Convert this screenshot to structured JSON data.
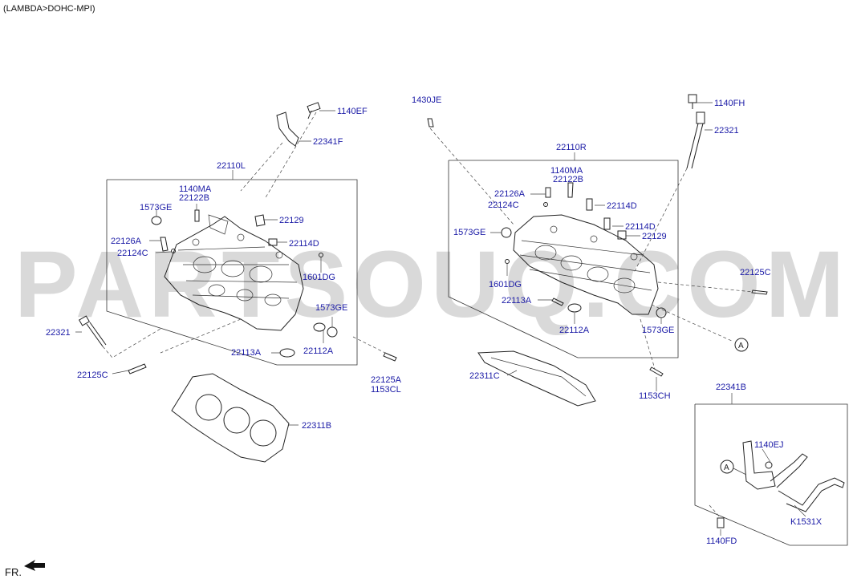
{
  "header": "(LAMBDA>DOHC-MPI)",
  "watermark": "PARTSOUQ.COM",
  "direction_label": "FR.",
  "callouts": {
    "left": {
      "l_1140EF": "1140EF",
      "l_22341F": "22341F",
      "l_22110L": "22110L",
      "l_1140MA": "1140MA",
      "l_22122B": "22122B",
      "l_1573GE_a": "1573GE",
      "l_22129": "22129",
      "l_22114D": "22114D",
      "l_22126A": "22126A",
      "l_22124C": "22124C",
      "l_1601DG": "1601DG",
      "l_1573GE_b": "1573GE",
      "l_22321": "22321",
      "l_22113A": "22113A",
      "l_22112A": "22112A",
      "l_22125C": "22125C",
      "l_22125A": "22125A",
      "l_1153CL": "1153CL",
      "l_22311B": "22311B"
    },
    "right": {
      "r_1430JE": "1430JE",
      "r_1140FH": "1140FH",
      "r_22321": "22321",
      "r_22110R": "22110R",
      "r_1140MA": "1140MA",
      "r_22122B": "22122B",
      "r_22126A": "22126A",
      "r_22124C": "22124C",
      "r_22114D_a": "22114D",
      "r_22114D_b": "22114D",
      "r_1573GE_a": "1573GE",
      "r_22129": "22129",
      "r_22125C": "22125C",
      "r_1601DG": "1601DG",
      "r_22113A": "22113A",
      "r_22112A": "22112A",
      "r_1573GE_b": "1573GE",
      "r_22311C": "22311C",
      "r_1153CH": "1153CH",
      "r_ref_A": "A"
    },
    "inset": {
      "i_22341B": "22341B",
      "i_1140EJ": "1140EJ",
      "i_ref_A": "A",
      "i_K1531X": "K1531X",
      "i_1140FD": "1140FD"
    }
  }
}
